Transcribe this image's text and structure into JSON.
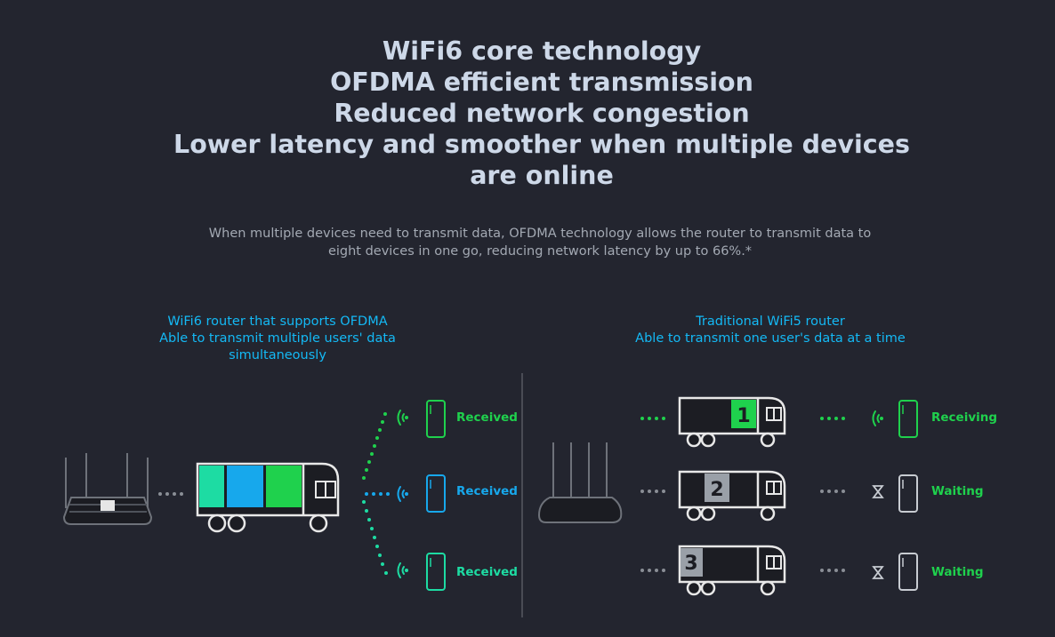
{
  "headline": {
    "line1": "WiFi6 core technology",
    "line2": "OFDMA efficient transmission",
    "line3": "Reduced network congestion",
    "line4": "Lower latency and smoother when multiple devices",
    "line5": "are online"
  },
  "subtext": {
    "line1": "When multiple devices need to transmit data, OFDMA technology allows the router to transmit data to",
    "line2": "eight devices in one go, reducing network latency by up to 66%.*"
  },
  "wifi6": {
    "caption1": "WiFi6 router that supports OFDMA",
    "caption2": "Able to transmit multiple users' data",
    "caption3": "simultaneously",
    "devices": [
      {
        "status": "Received"
      },
      {
        "status": "Received"
      },
      {
        "status": "Received"
      }
    ]
  },
  "wifi5": {
    "caption1": "Traditional WiFi5 router",
    "caption2": "Able to transmit one user's data at a time",
    "trucks": [
      {
        "number": "1",
        "status": "Receiving"
      },
      {
        "number": "2",
        "status": "Waiting"
      },
      {
        "number": "3",
        "status": "Waiting"
      }
    ]
  },
  "colors": {
    "green": "#1fd14d",
    "blue": "#17a8ec",
    "teal": "#1ddca3",
    "gray": "#9aa0a8",
    "caption": "#14b9f5"
  }
}
